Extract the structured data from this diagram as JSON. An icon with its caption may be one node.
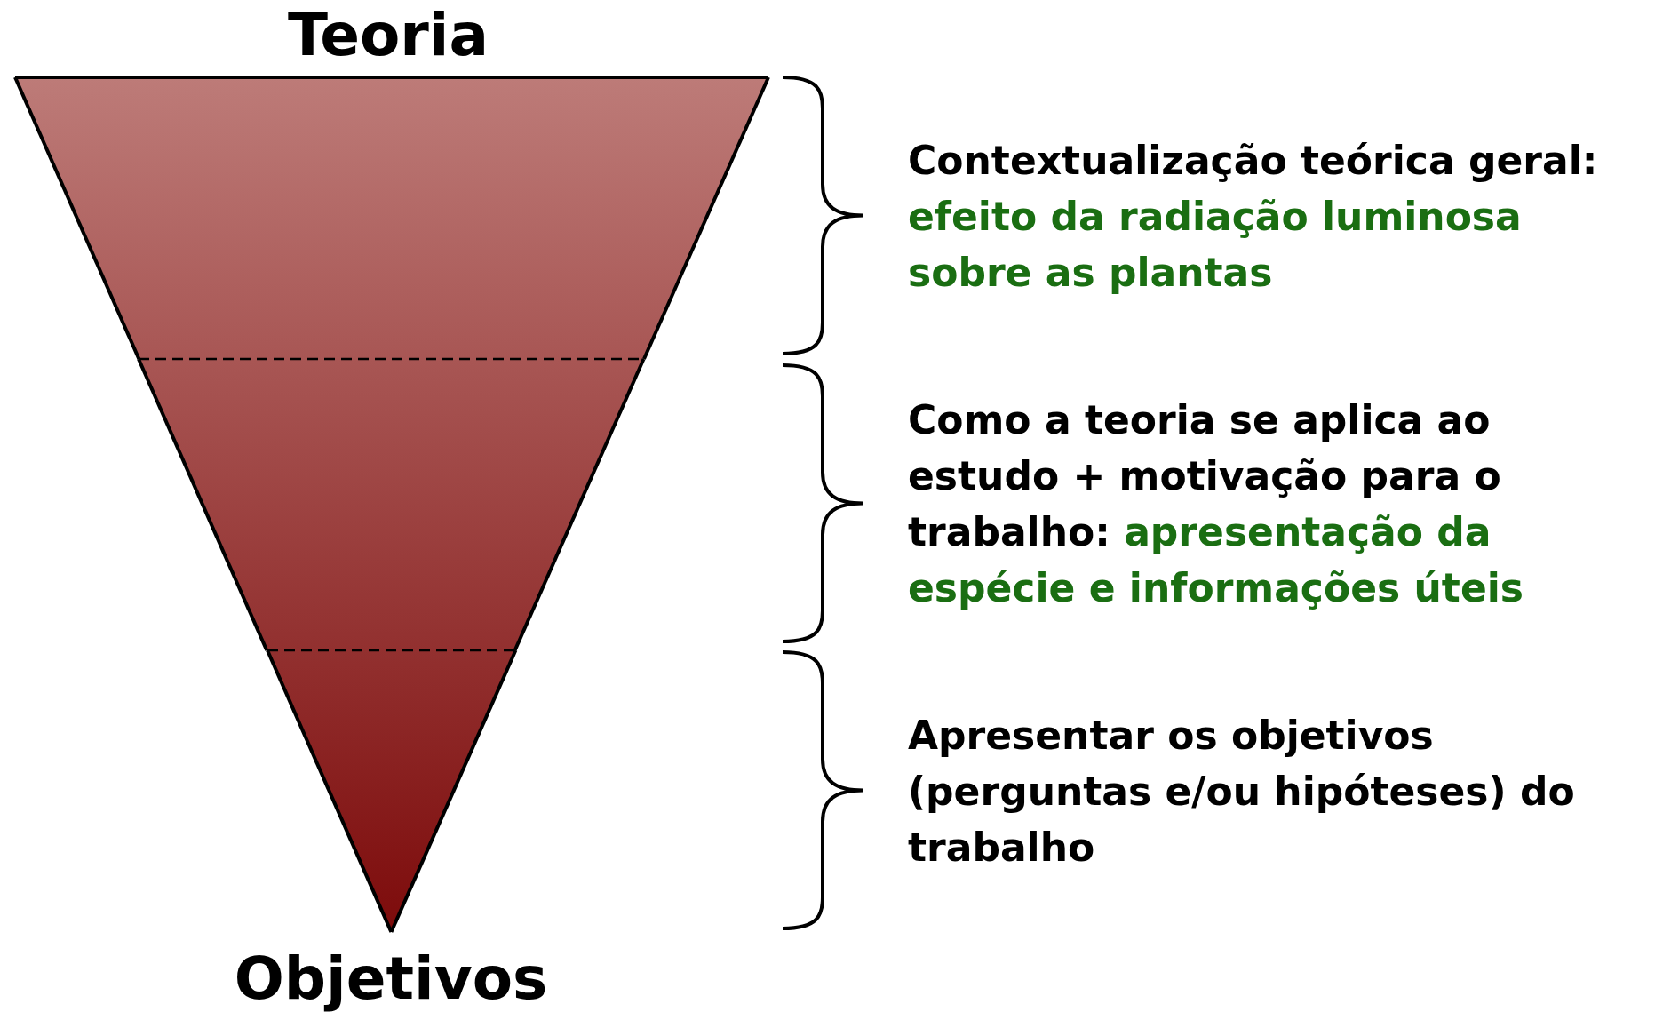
{
  "diagram": {
    "nodes": [
      {
        "text": [],
        "shape": "trapezoid"
      },
      {
        "text": [],
        "shape": "trapezoid"
      },
      {
        "text": [],
        "shape": "triangle"
      }
    ],
    "labels": [
      "Teoria",
      "Contextualização teórica geral:",
      "efeito da radiação luminosa sobre as plantas",
      "Como a teoria se aplica ao estudo + motivação para o trabalho:",
      "apresentação da espécie e informações úteis",
      "Apresentar os objetivos (perguntas e/ou hipóteses) do trabalho",
      "Objetivos"
    ]
  }
}
